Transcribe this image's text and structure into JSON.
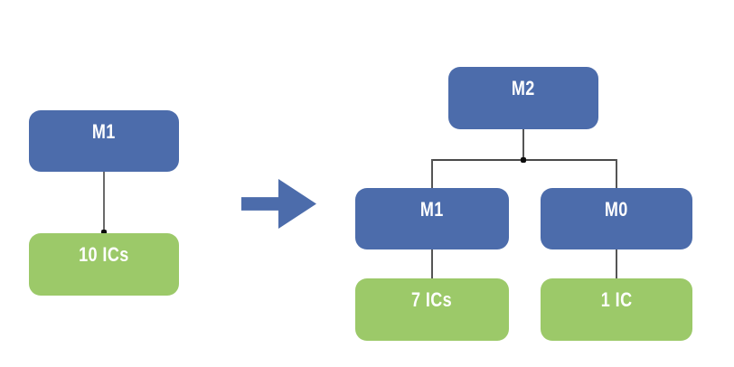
{
  "diagram": {
    "before": {
      "root": {
        "label": "M1"
      },
      "leaf": {
        "label": "10 ICs"
      }
    },
    "transform_arrow": {
      "direction": "right"
    },
    "after": {
      "root": {
        "label": "M2"
      },
      "children": [
        {
          "label": "M1",
          "leaf": {
            "label": "7 ICs"
          }
        },
        {
          "label": "M0",
          "leaf": {
            "label": "1 IC"
          }
        }
      ]
    },
    "colors": {
      "module_fill": "#4C6CAB",
      "ic_fill": "#9CC969",
      "connector": "#555555",
      "junction_dot": "#0d0d0d",
      "label_text": "#FFFFFF",
      "background": "#FFFFFF"
    }
  }
}
